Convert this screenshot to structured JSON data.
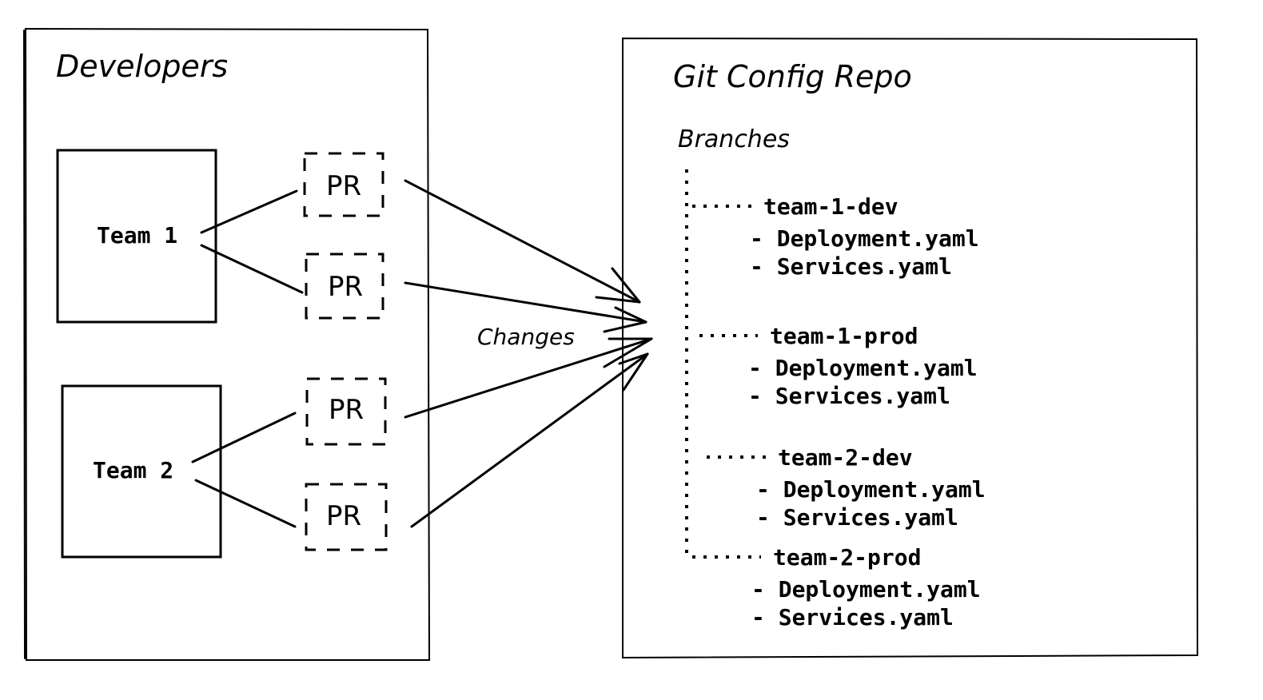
{
  "developers": {
    "title": "Developers",
    "teams": [
      {
        "label": "Team 1",
        "prs": [
          "PR",
          "PR"
        ]
      },
      {
        "label": "Team 2",
        "prs": [
          "PR",
          "PR"
        ]
      }
    ]
  },
  "changes_label": "Changes",
  "repo": {
    "title": "Git Config Repo",
    "branches_label": "Branches",
    "branches": [
      {
        "name": "team-1-dev",
        "files": [
          "- Deployment.yaml",
          "- Services.yaml"
        ]
      },
      {
        "name": "team-1-prod",
        "files": [
          "- Deployment.yaml",
          "- Services.yaml"
        ]
      },
      {
        "name": "team-2-dev",
        "files": [
          "- Deployment.yaml",
          "- Services.yaml"
        ]
      },
      {
        "name": "team-2-prod",
        "files": [
          "- Deployment.yaml",
          "- Services.yaml"
        ]
      }
    ]
  },
  "colors": {
    "ink": "#000000",
    "background": "#ffffff"
  }
}
